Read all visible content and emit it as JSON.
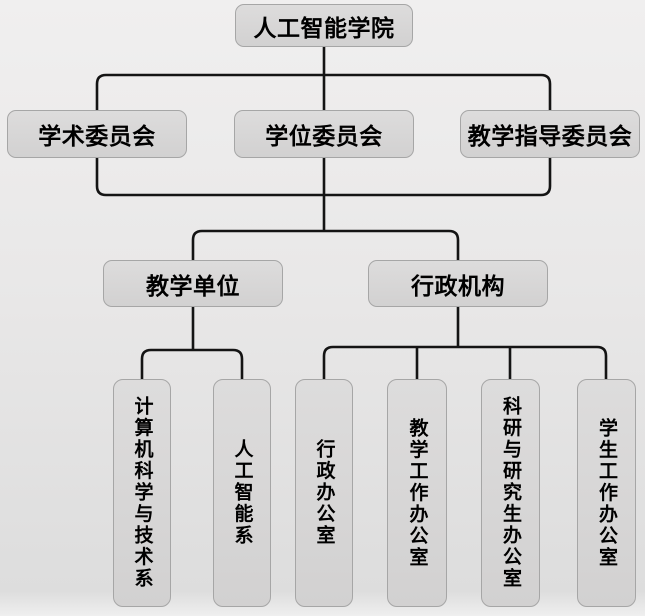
{
  "palette": {
    "page_background_top": "#f0efef",
    "page_background_bottom": "#dddddd",
    "node_fill_top": "#dddcdc",
    "node_fill_bottom": "#d2d1d1",
    "node_border": "#a6a6a6",
    "connector": "#141414",
    "label_text": "#000000"
  },
  "org_chart": {
    "root": {
      "label": "人工智能学院"
    },
    "committees": [
      {
        "label": "学术委员会"
      },
      {
        "label": "学位委员会"
      },
      {
        "label": "教学指导委员会"
      }
    ],
    "branches": [
      {
        "label": "教学单位"
      },
      {
        "label": "行政机构"
      }
    ],
    "teaching_units": [
      {
        "label": "计算机科学与技术系"
      },
      {
        "label": "人工智能系"
      }
    ],
    "admin_offices": [
      {
        "label": "行政办公室"
      },
      {
        "label": "教学工作办公室"
      },
      {
        "label": "科研与研究生办公室"
      },
      {
        "label": "学生工作办公室"
      }
    ]
  }
}
